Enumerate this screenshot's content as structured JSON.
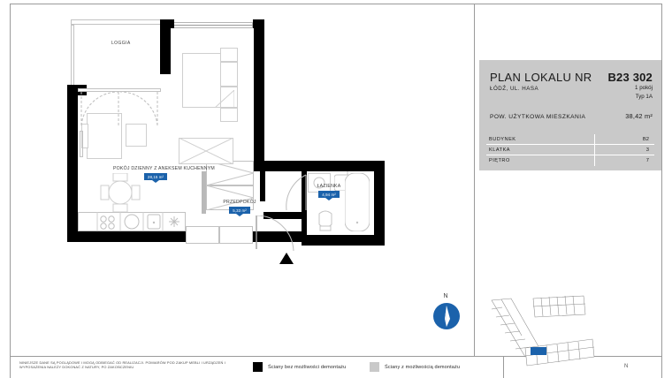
{
  "info_panel": {
    "title": "PLAN LOKALU NR",
    "unit_code": "B23 302",
    "address": "ŁÓDŹ, UL. HASA",
    "rooms": "1 pokój",
    "type": "Typ 1A",
    "area_label": "POW. UŻYTKOWA MIESZKANIA",
    "area_value": "38,42 m²",
    "table": [
      {
        "label": "BUDYNEK",
        "value": "B2"
      },
      {
        "label": "KLATKA",
        "value": "3"
      },
      {
        "label": "PIĘTRO",
        "value": "7"
      }
    ]
  },
  "rooms": [
    {
      "name": "LOGGIA",
      "area": ""
    },
    {
      "name": "POKÓJ DZIENNY Z ANEKSEM KUCHENNYM",
      "area": "28,15 m²"
    },
    {
      "name": "PRZEDPOKÓJ",
      "area": "5,33 m²"
    },
    {
      "name": "ŁAZIENKA",
      "area": "4,94 m²"
    }
  ],
  "compass": {
    "label": "N"
  },
  "keyplan": {
    "north_label": "N"
  },
  "legend": {
    "disclaimer": "NINIEJSZE DANE SĄ POGLĄDOWE I MOGĄ ODBIEGAĆ OD REALIZACJI. POMIARÓW POD ZAKUP MEBLI I URZĄDZEŃ I WYPOSAŻENIA NALEŻY DOKONAĆ Z NATURY, PO ZAKOŃCZENIU",
    "items": [
      {
        "swatch": "black",
        "text": "Ściany bez możliwości demontażu"
      },
      {
        "swatch": "grey",
        "text": "Ściany z możliwością demontażu"
      }
    ]
  },
  "colors": {
    "accent": "#1b62ab",
    "panel_bg": "#c9c9c9",
    "wall": "#000000",
    "wall_removable": "#b9b9b9"
  }
}
